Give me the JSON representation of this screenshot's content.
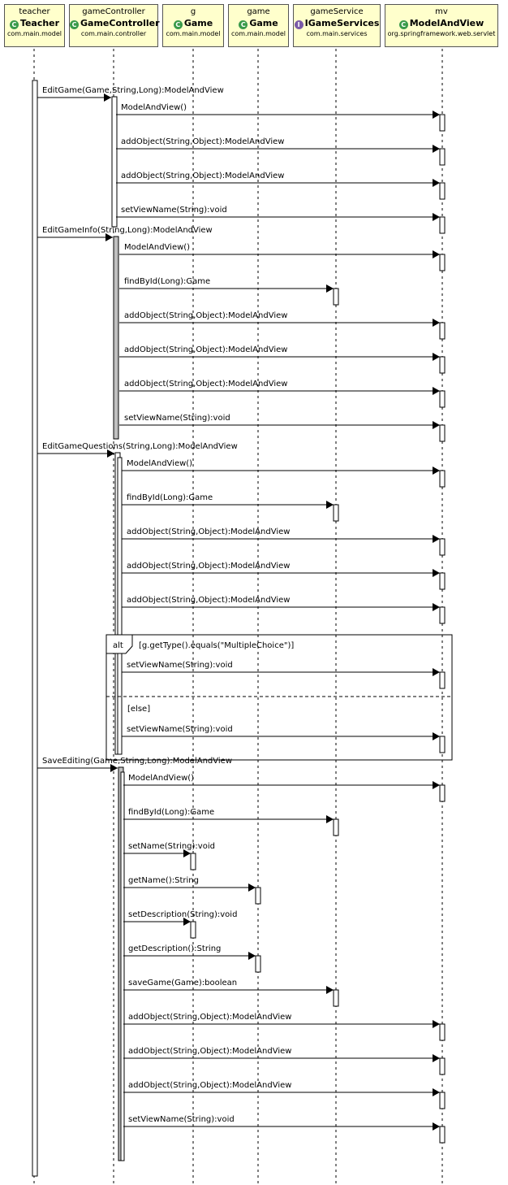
{
  "participants": [
    {
      "id": "teacher",
      "instance": "teacher",
      "class_name": "Teacher",
      "package": "com.main.model",
      "icon": "class-icon"
    },
    {
      "id": "gameController",
      "instance": "gameController",
      "class_name": "GameController",
      "package": "com.main.controller",
      "icon": "class-icon"
    },
    {
      "id": "g",
      "instance": "g",
      "class_name": "Game",
      "package": "com.main.model",
      "icon": "class-icon"
    },
    {
      "id": "game",
      "instance": "game",
      "class_name": "Game",
      "package": "com.main.model",
      "icon": "class-icon"
    },
    {
      "id": "gameService",
      "instance": "gameService",
      "class_name": "IGameServices",
      "package": "com.main.services",
      "icon": "interface-icon"
    },
    {
      "id": "mv",
      "instance": "mv",
      "class_name": "ModelAndView",
      "package": "org.springframework.web.servlet",
      "icon": "class-icon"
    }
  ],
  "messages": [
    {
      "from": "teacher",
      "to": "gameController",
      "label": "EditGame(Game,String,Long):ModelAndView"
    },
    {
      "from": "gameController",
      "to": "mv",
      "label": "ModelAndView()"
    },
    {
      "from": "gameController",
      "to": "mv",
      "label": "addObject(String,Object):ModelAndView"
    },
    {
      "from": "gameController",
      "to": "mv",
      "label": "addObject(String,Object):ModelAndView"
    },
    {
      "from": "gameController",
      "to": "mv",
      "label": "setViewName(String):void"
    },
    {
      "from": "teacher",
      "to": "gameController",
      "label": "EditGameInfo(String,Long):ModelAndView"
    },
    {
      "from": "gameController",
      "to": "mv",
      "label": "ModelAndView()"
    },
    {
      "from": "gameController",
      "to": "gameService",
      "label": "findById(Long):Game"
    },
    {
      "from": "gameController",
      "to": "mv",
      "label": "addObject(String,Object):ModelAndView"
    },
    {
      "from": "gameController",
      "to": "mv",
      "label": "addObject(String,Object):ModelAndView"
    },
    {
      "from": "gameController",
      "to": "mv",
      "label": "addObject(String,Object):ModelAndView"
    },
    {
      "from": "gameController",
      "to": "mv",
      "label": "setViewName(String):void"
    },
    {
      "from": "teacher",
      "to": "gameController",
      "label": "EditGameQuestions(String,Long):ModelAndView"
    },
    {
      "from": "gameController",
      "to": "mv",
      "label": "ModelAndView()"
    },
    {
      "from": "gameController",
      "to": "gameService",
      "label": "findById(Long):Game"
    },
    {
      "from": "gameController",
      "to": "mv",
      "label": "addObject(String,Object):ModelAndView"
    },
    {
      "from": "gameController",
      "to": "mv",
      "label": "addObject(String,Object):ModelAndView"
    },
    {
      "from": "gameController",
      "to": "mv",
      "label": "addObject(String,Object):ModelAndView"
    },
    {
      "from": "gameController",
      "to": "mv",
      "label": "setViewName(String):void"
    },
    {
      "from": "gameController",
      "to": "mv",
      "label": "setViewName(String):void"
    },
    {
      "from": "teacher",
      "to": "gameController",
      "label": "SaveEditing(Game,String,Long):ModelAndView"
    },
    {
      "from": "gameController",
      "to": "mv",
      "label": "ModelAndView()"
    },
    {
      "from": "gameController",
      "to": "gameService",
      "label": "findById(Long):Game"
    },
    {
      "from": "gameController",
      "to": "g",
      "label": "setName(String):void"
    },
    {
      "from": "gameController",
      "to": "game",
      "label": "getName():String"
    },
    {
      "from": "gameController",
      "to": "g",
      "label": "setDescription(String):void"
    },
    {
      "from": "gameController",
      "to": "game",
      "label": "getDescription():String"
    },
    {
      "from": "gameController",
      "to": "gameService",
      "label": "saveGame(Game):boolean"
    },
    {
      "from": "gameController",
      "to": "mv",
      "label": "addObject(String,Object):ModelAndView"
    },
    {
      "from": "gameController",
      "to": "mv",
      "label": "addObject(String,Object):ModelAndView"
    },
    {
      "from": "gameController",
      "to": "mv",
      "label": "addObject(String,Object):ModelAndView"
    },
    {
      "from": "gameController",
      "to": "mv",
      "label": "setViewName(String):void"
    }
  ],
  "fragment": {
    "operator": "alt",
    "guard_1": "[g.getType().equals(\"MultipleChoice\")]",
    "guard_2": "[else]"
  },
  "colors": {
    "header_fill": "#ffffcc",
    "activation_grey": "#c0c0c0",
    "line": "#000000"
  }
}
